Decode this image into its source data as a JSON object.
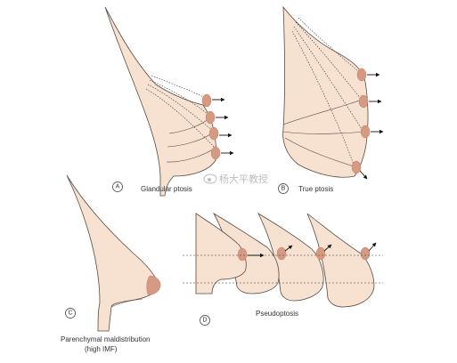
{
  "colors": {
    "skin": "#f7e2d2",
    "outline": "#5a4a42",
    "nipple": "#d69a82",
    "nipple_dark": "#c07d66",
    "arrow": "#111111",
    "dash": "#333333",
    "watermark": "#bdbdbd"
  },
  "panels": {
    "a": {
      "letter": "A",
      "caption": "Glandular ptosis"
    },
    "b": {
      "letter": "B",
      "caption": "True ptosis"
    },
    "c": {
      "letter": "C",
      "caption_line1": "Parenchymal maldistribution",
      "caption_line2": "(high IMF)"
    },
    "d": {
      "letter": "D",
      "caption": "Pseudoptosis"
    }
  },
  "watermark": {
    "text": "杨大平教授",
    "icon": "weibo-icon"
  }
}
